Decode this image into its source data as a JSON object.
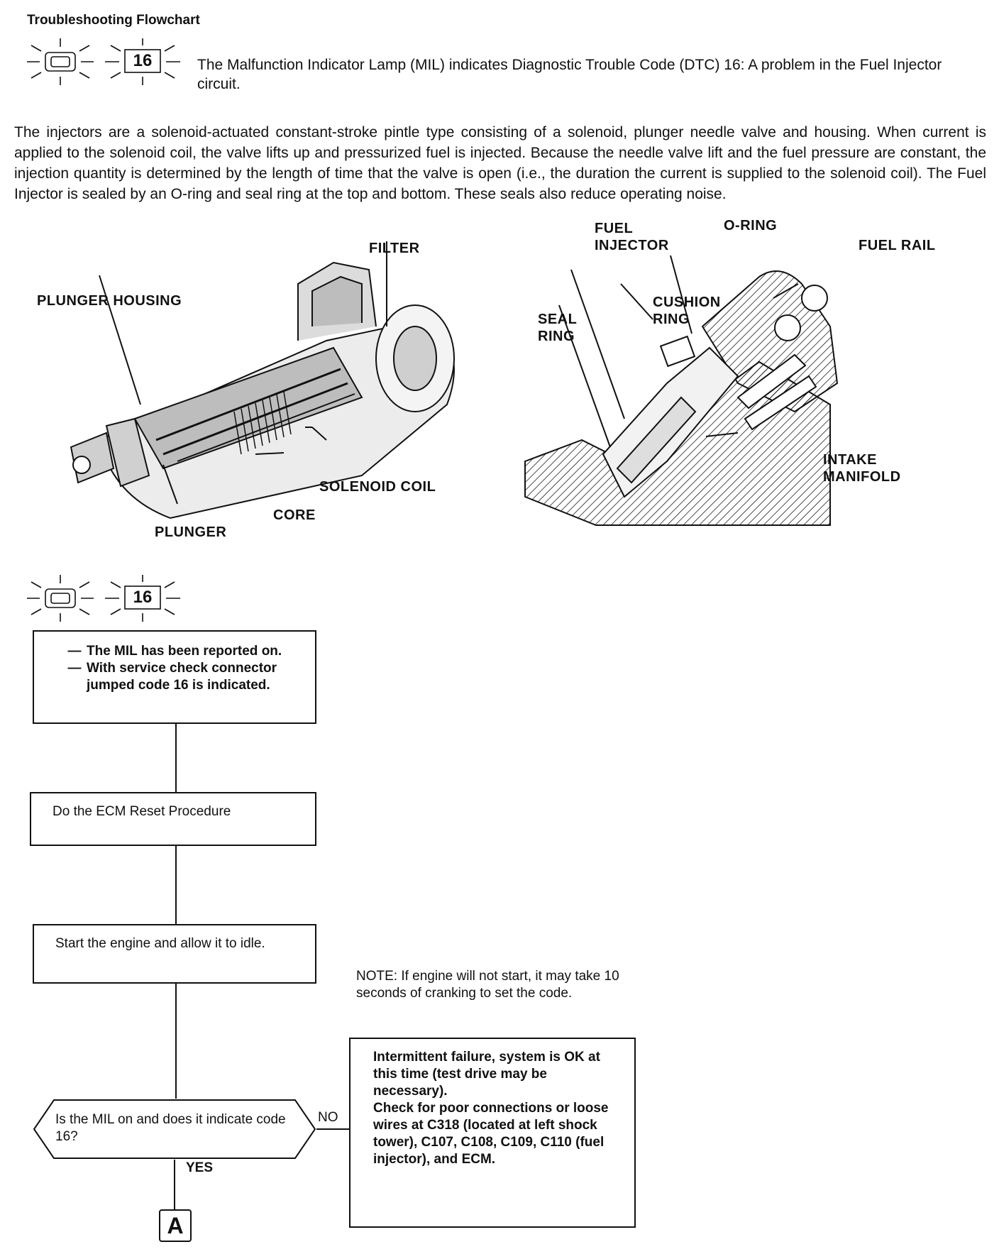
{
  "header": {
    "title": "Troubleshooting Flowchart",
    "intro": "The Malfunction Indicator Lamp (MIL) indicates Diagnostic Trouble Code (DTC) 16: A problem in the Fuel Injector circuit."
  },
  "dtc": {
    "code": "16",
    "check_icon": "check-engine-icon"
  },
  "description": "The injectors are a solenoid-actuated constant-stroke pintle type consisting of a solenoid, plunger needle valve and housing. When current is applied to the solenoid coil, the valve lifts up and pressurized fuel is injected. Because the needle valve lift and the fuel pressure are constant, the injection quantity is determined by the length of time that the valve is open (i.e., the duration the current is supplied to the solenoid coil). The Fuel Injector is sealed by an O-ring and seal ring at the top and bottom. These seals also reduce operating noise.",
  "diagram_left": {
    "labels": {
      "filter": "FILTER",
      "plunger_housing": "PLUNGER HOUSING",
      "solenoid_coil": "SOLENOID COIL",
      "core": "CORE",
      "plunger": "PLUNGER"
    }
  },
  "diagram_right": {
    "labels": {
      "fuel_injector_1": "FUEL",
      "fuel_injector_2": "INJECTOR",
      "o_ring": "O-RING",
      "fuel_rail": "FUEL RAIL",
      "seal_ring_1": "SEAL",
      "seal_ring_2": "RING",
      "cushion_ring_1": "CUSHION",
      "cushion_ring_2": "RING",
      "intake_manifold_1": "INTAKE",
      "intake_manifold_2": "MANIFOLD"
    }
  },
  "flowchart": {
    "start_box": {
      "items": [
        "The MIL has been reported on.",
        "With service check connector jumped code 16 is indicated."
      ],
      "dash": "—"
    },
    "step1": "Do the ECM Reset Procedure",
    "step2": "Start the engine and allow it to idle.",
    "note": "NOTE: If engine will not start, it may take 10 seconds of cranking to set the code.",
    "decision": "Is the MIL on and does it indicate code 16?",
    "no_label": "NO",
    "yes_label": "YES",
    "no_result": {
      "line1": "Intermittent failure, system is OK at this time (test drive may be necessary).",
      "line2": "Check for poor connections or loose wires at C318 (located at left shock tower), C107, C108, C109, C110 (fuel injector), and ECM."
    },
    "connector": "A"
  }
}
